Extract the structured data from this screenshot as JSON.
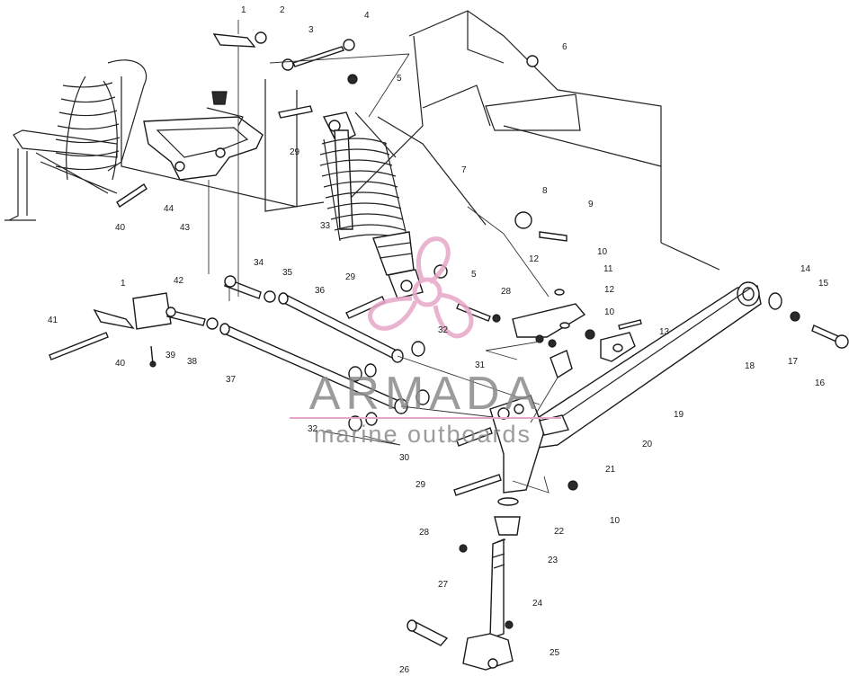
{
  "watermark": {
    "brand": "ARMADA",
    "tagline": "marine outboards",
    "brand_color": "#8a8a8a",
    "accent_color": "#e7a6c8"
  },
  "callouts": [
    {
      "id": "1",
      "text": "1"
    },
    {
      "id": "2",
      "text": "2"
    },
    {
      "id": "3",
      "text": "3"
    },
    {
      "id": "4",
      "text": "4"
    },
    {
      "id": "5a",
      "text": "5"
    },
    {
      "id": "6",
      "text": "6"
    },
    {
      "id": "29a",
      "text": "29"
    },
    {
      "id": "7",
      "text": "7"
    },
    {
      "id": "8",
      "text": "8"
    },
    {
      "id": "9",
      "text": "9"
    },
    {
      "id": "40a",
      "text": "40"
    },
    {
      "id": "44",
      "text": "44"
    },
    {
      "id": "43",
      "text": "43"
    },
    {
      "id": "33",
      "text": "33"
    },
    {
      "id": "10a",
      "text": "10"
    },
    {
      "id": "12a",
      "text": "12"
    },
    {
      "id": "11",
      "text": "11"
    },
    {
      "id": "12b",
      "text": "12"
    },
    {
      "id": "10b",
      "text": "10"
    },
    {
      "id": "13",
      "text": "13"
    },
    {
      "id": "14",
      "text": "14"
    },
    {
      "id": "15",
      "text": "15"
    },
    {
      "id": "17",
      "text": "17"
    },
    {
      "id": "16",
      "text": "16"
    },
    {
      "id": "18",
      "text": "18"
    },
    {
      "id": "19",
      "text": "19"
    },
    {
      "id": "20",
      "text": "20"
    },
    {
      "id": "21",
      "text": "21"
    },
    {
      "id": "10c",
      "text": "10"
    },
    {
      "id": "22",
      "text": "22"
    },
    {
      "id": "23",
      "text": "23"
    },
    {
      "id": "24",
      "text": "24"
    },
    {
      "id": "25",
      "text": "25"
    },
    {
      "id": "26",
      "text": "26"
    },
    {
      "id": "27",
      "text": "27"
    },
    {
      "id": "28a",
      "text": "28"
    },
    {
      "id": "29b",
      "text": "29"
    },
    {
      "id": "28b",
      "text": "28"
    },
    {
      "id": "31",
      "text": "31"
    },
    {
      "id": "5b",
      "text": "5"
    },
    {
      "id": "29c",
      "text": "29"
    },
    {
      "id": "36",
      "text": "36"
    },
    {
      "id": "35",
      "text": "35"
    },
    {
      "id": "34",
      "text": "34"
    },
    {
      "id": "42",
      "text": "42"
    },
    {
      "id": "1b",
      "text": "1"
    },
    {
      "id": "41",
      "text": "41"
    },
    {
      "id": "39",
      "text": "39"
    },
    {
      "id": "38",
      "text": "38"
    },
    {
      "id": "40b",
      "text": "40"
    },
    {
      "id": "37",
      "text": "37"
    },
    {
      "id": "32a",
      "text": "32"
    },
    {
      "id": "32b",
      "text": "32"
    },
    {
      "id": "30",
      "text": "30"
    }
  ]
}
